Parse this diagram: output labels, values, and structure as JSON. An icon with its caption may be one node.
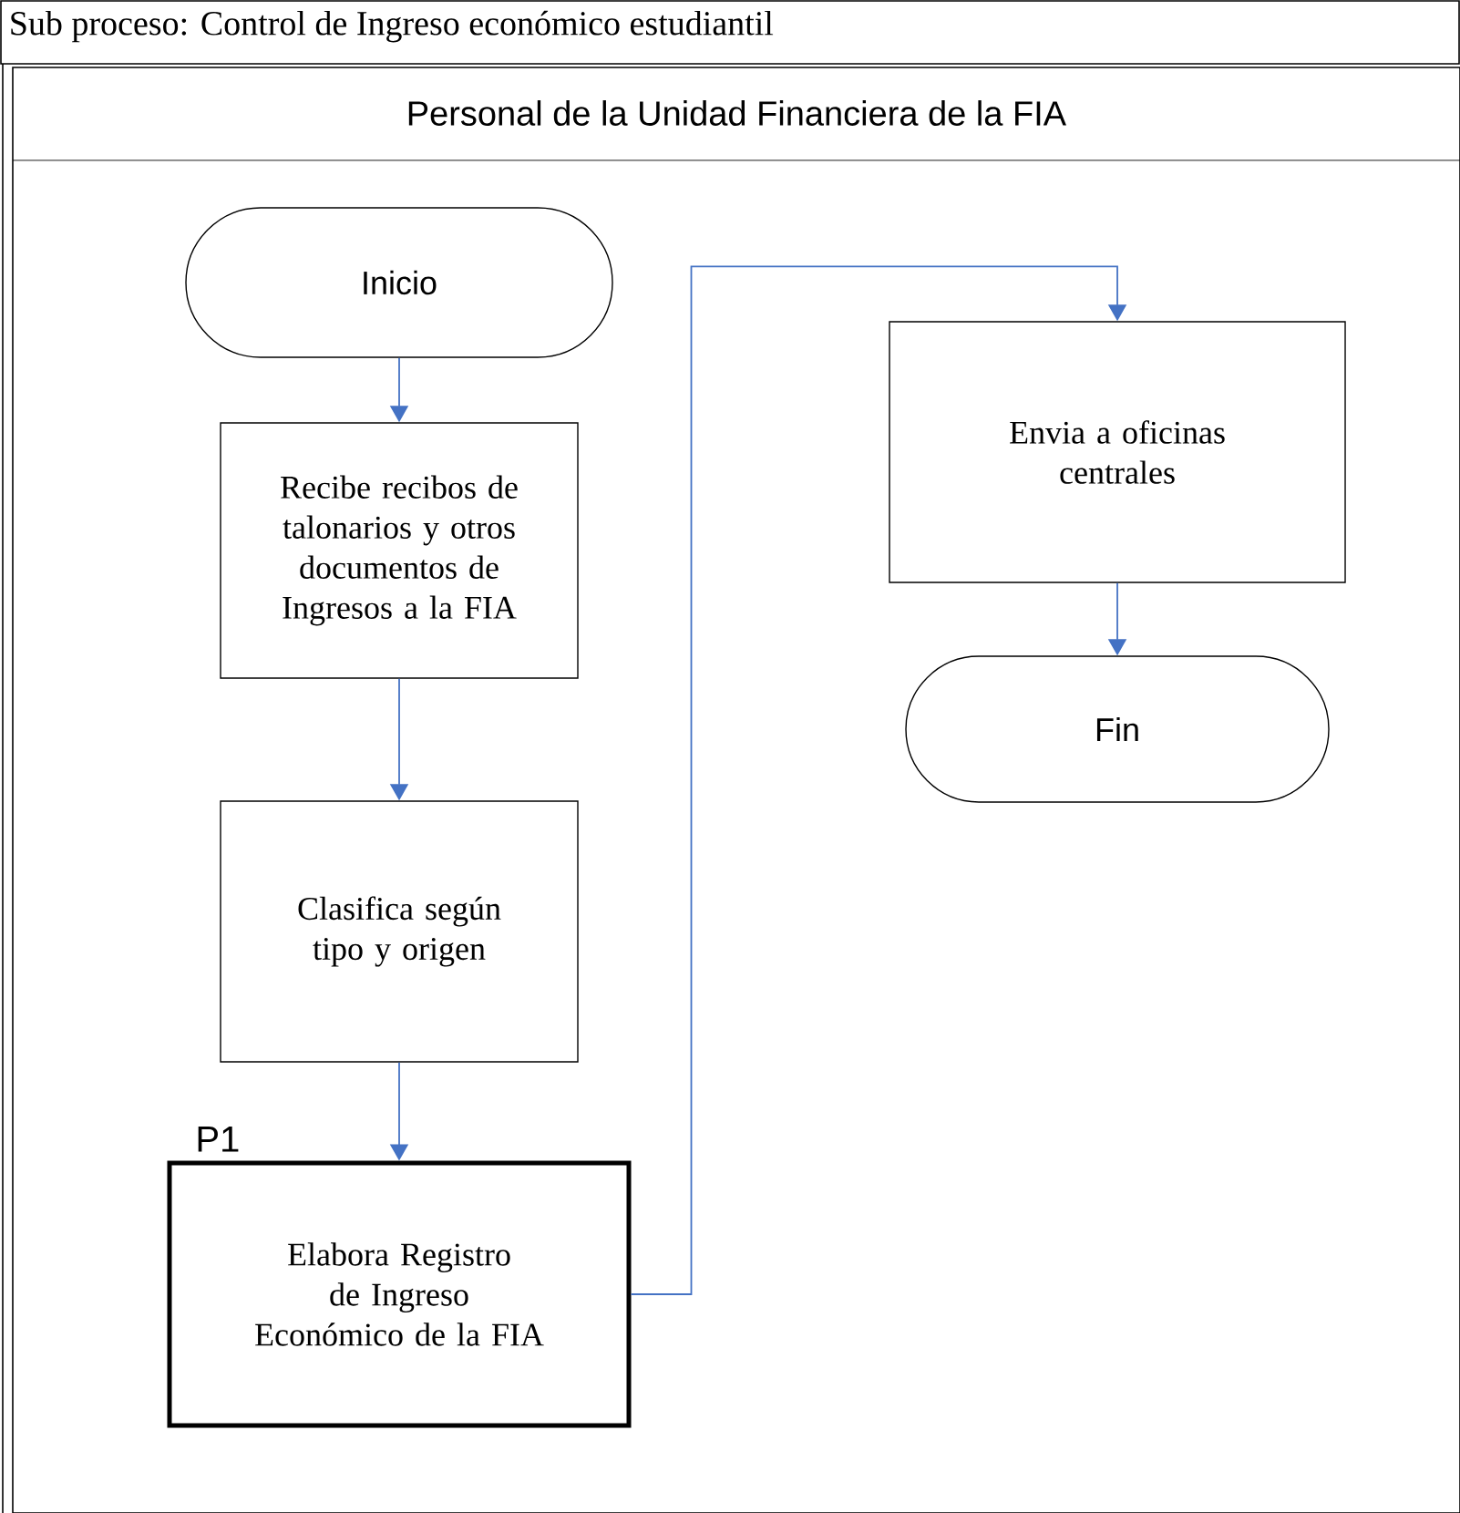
{
  "diagram": {
    "title": "Sub proceso: Control de Ingreso económico estudiantil",
    "nodes": [
      {
        "text": [
          "Personal de la Unidad Financiera de la FIA"
        ]
      },
      {
        "text": [
          "Inicio"
        ],
        "in": 0
      },
      {
        "text": [
          "Recibe recibos de talonarios y otros documentos de Ingresos a la FIA"
        ],
        "in": 0
      },
      {
        "text": [
          "Clasifica según tipo y origen"
        ],
        "in": 0
      },
      {
        "text": [
          "Elabora Registro de Ingreso Económico de la FIA"
        ],
        "beside": [
          "P1"
        ],
        "in": 0
      },
      {
        "text": [
          "Envia a oficinas centrales"
        ],
        "in": 0
      },
      {
        "text": [
          "Fin"
        ],
        "in": 0
      }
    ],
    "edges": [
      {
        "from": 1,
        "to": 2,
        "arrow": "to"
      },
      {
        "from": 2,
        "to": 3,
        "arrow": "to"
      },
      {
        "from": 3,
        "to": 4,
        "arrow": "to"
      },
      {
        "from": 4,
        "to": 5,
        "arrow": "to"
      },
      {
        "from": 5,
        "to": 6,
        "arrow": "to"
      }
    ]
  }
}
